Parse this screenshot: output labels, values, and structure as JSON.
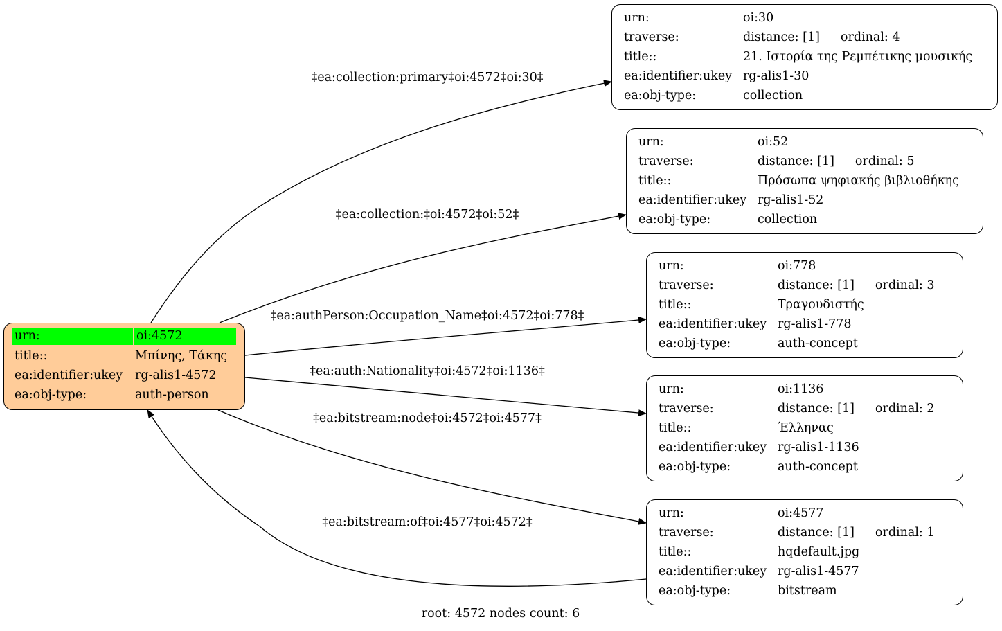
{
  "root": {
    "urn_key": "urn:",
    "urn": "oi:4572",
    "title_key": "title::",
    "title": "Μπίνης, Τάκης",
    "ukey_key": "ea:identifier:ukey",
    "ukey": "rg-alis1-4572",
    "type_key": "ea:obj-type:",
    "type": "auth-person"
  },
  "nodes": [
    {
      "urn_key": "urn:",
      "urn": "oi:30",
      "traverse_key": "traverse:",
      "distance": "distance: [1]",
      "ordinal": "ordinal: 4",
      "title_key": "title::",
      "title": "21. Ιστορία της Ρεμπέτικης μουσικής",
      "ukey_key": "ea:identifier:ukey",
      "ukey": "rg-alis1-30",
      "type_key": "ea:obj-type:",
      "type": "collection"
    },
    {
      "urn_key": "urn:",
      "urn": "oi:52",
      "traverse_key": "traverse:",
      "distance": "distance: [1]",
      "ordinal": "ordinal: 5",
      "title_key": "title::",
      "title": "Πρόσωπα ψηφιακής βιβλιοθήκης",
      "ukey_key": "ea:identifier:ukey",
      "ukey": "rg-alis1-52",
      "type_key": "ea:obj-type:",
      "type": "collection"
    },
    {
      "urn_key": "urn:",
      "urn": "oi:778",
      "traverse_key": "traverse:",
      "distance": "distance: [1]",
      "ordinal": "ordinal: 3",
      "title_key": "title::",
      "title": "Τραγουδιστής",
      "ukey_key": "ea:identifier:ukey",
      "ukey": "rg-alis1-778",
      "type_key": "ea:obj-type:",
      "type": "auth-concept"
    },
    {
      "urn_key": "urn:",
      "urn": "oi:1136",
      "traverse_key": "traverse:",
      "distance": "distance: [1]",
      "ordinal": "ordinal: 2",
      "title_key": "title::",
      "title": "Έλληνας",
      "ukey_key": "ea:identifier:ukey",
      "ukey": "rg-alis1-1136",
      "type_key": "ea:obj-type:",
      "type": "auth-concept"
    },
    {
      "urn_key": "urn:",
      "urn": "oi:4577",
      "traverse_key": "traverse:",
      "distance": "distance: [1]",
      "ordinal": "ordinal: 1",
      "title_key": "title::",
      "title": "hqdefault.jpg",
      "ukey_key": "ea:identifier:ukey",
      "ukey": "rg-alis1-4577",
      "type_key": "ea:obj-type:",
      "type": "bitstream"
    }
  ],
  "edges": [
    {
      "label": "‡ea:collection:primary‡oi:4572‡oi:30‡",
      "from": "oi:4572",
      "to": "oi:30"
    },
    {
      "label": "‡ea:collection:‡oi:4572‡oi:52‡",
      "from": "oi:4572",
      "to": "oi:52"
    },
    {
      "label": "‡ea:authPerson:Occupation_Name‡oi:4572‡oi:778‡",
      "from": "oi:4572",
      "to": "oi:778"
    },
    {
      "label": "‡ea:auth:Nationality‡oi:4572‡oi:1136‡",
      "from": "oi:4572",
      "to": "oi:1136"
    },
    {
      "label": "‡ea:bitstream:node‡oi:4572‡oi:4577‡",
      "from": "oi:4572",
      "to": "oi:4577"
    },
    {
      "label": "‡ea:bitstream:of‡oi:4577‡oi:4572‡",
      "from": "oi:4577",
      "to": "oi:4572"
    }
  ],
  "footer": "root: 4572 nodes count: 6"
}
